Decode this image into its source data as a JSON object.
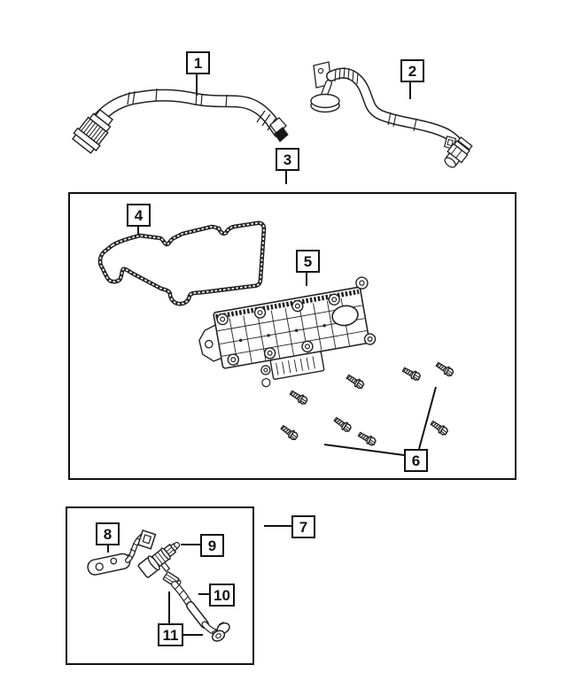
{
  "colors": {
    "background": "#ffffff",
    "line": "#231f20",
    "callout_border": "#111111",
    "callout_text": "#111111"
  },
  "callouts": [
    {
      "number": "1"
    },
    {
      "number": "2"
    },
    {
      "number": "3"
    },
    {
      "number": "4"
    },
    {
      "number": "5"
    },
    {
      "number": "6"
    },
    {
      "number": "7"
    },
    {
      "number": "8"
    },
    {
      "number": "9"
    },
    {
      "number": "10"
    },
    {
      "number": "11"
    }
  ]
}
